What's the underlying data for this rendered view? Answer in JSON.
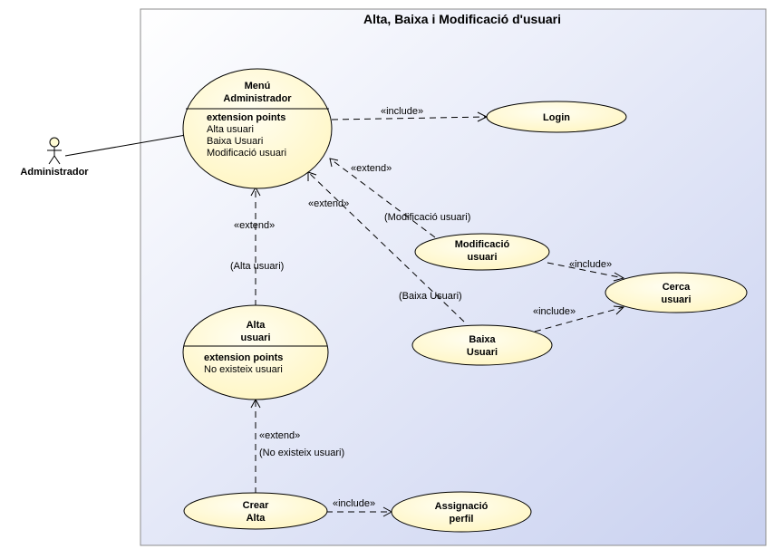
{
  "diagram": {
    "title": "Alta, Baixa i Modificació d'usuari",
    "actor": {
      "name": "Administrador"
    },
    "use_cases": {
      "menu": {
        "line1": "Menú",
        "line2": "Administrador",
        "ext_header": "extension points",
        "ext1": "Alta usuari",
        "ext2": "Baixa Usuari",
        "ext3": "Modificació usuari"
      },
      "login": {
        "name": "Login"
      },
      "modificacio": {
        "line1": "Modificació",
        "line2": "usuari"
      },
      "cerca": {
        "line1": "Cerca",
        "line2": "usuari"
      },
      "baixa": {
        "line1": "Baixa",
        "line2": "Usuari"
      },
      "alta": {
        "line1": "Alta",
        "line2": "usuari",
        "ext_header": "extension points",
        "ext1": "No existeix usuari"
      },
      "crear": {
        "line1": "Crear",
        "line2": "Alta"
      },
      "assignacio": {
        "line1": "Assignació",
        "line2": "perfil"
      }
    },
    "relations": {
      "menu_login": "«include»",
      "mod_menu": "«extend»",
      "mod_menu_cond": "(Modificació usuari)",
      "baixa_menu": "«extend»",
      "baixa_menu_cond": "(Baixa Usuari)",
      "alta_menu": "«extend»",
      "alta_menu_cond": "(Alta usuari)",
      "mod_cerca": "«include»",
      "baixa_cerca": "«include»",
      "crear_alta": "«extend»",
      "crear_alta_cond": "(No existeix usuari)",
      "crear_assignacio": "«include»"
    },
    "colors": {
      "frame_bg_start": "#ffffff",
      "frame_bg_end": "#cfd6f2",
      "usecase_fill": "#fffbd4",
      "stroke": "#000000"
    }
  }
}
